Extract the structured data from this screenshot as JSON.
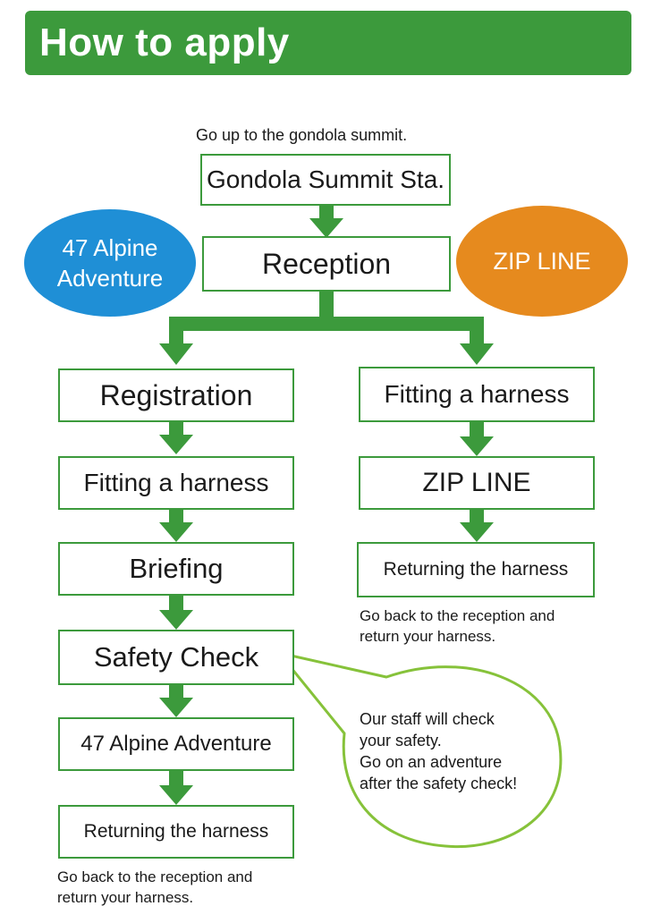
{
  "header": {
    "title": "How to apply"
  },
  "top": {
    "instruction": "Go up to the gondola summit.",
    "summit_box": "Gondola Summit Sta.",
    "reception_box": "Reception"
  },
  "circles": {
    "alpine": "47 Alpine\nAdventure",
    "zipline": "ZIP LINE",
    "alpine_color": "#1f8fd6",
    "zipline_color": "#e68a1e"
  },
  "left_flow": {
    "registration": "Registration",
    "fitting": "Fitting a harness",
    "briefing": "Briefing",
    "safety": "Safety Check",
    "alpine": "47 Alpine Adventure",
    "returning": "Returning the harness",
    "note_line1": "Go back to the reception and",
    "note_line2": "return your harness."
  },
  "right_flow": {
    "fitting": "Fitting a harness",
    "zipline": "ZIP LINE",
    "returning": "Returning the harness",
    "note_line1": "Go back to the reception and",
    "note_line2": "return your harness."
  },
  "bubble": {
    "text": "Our staff will check\nyour safety.\nGo on an adventure\nafter the safety check!",
    "border_color": "#86c23a"
  },
  "colors": {
    "green": "#3c9a3c"
  }
}
